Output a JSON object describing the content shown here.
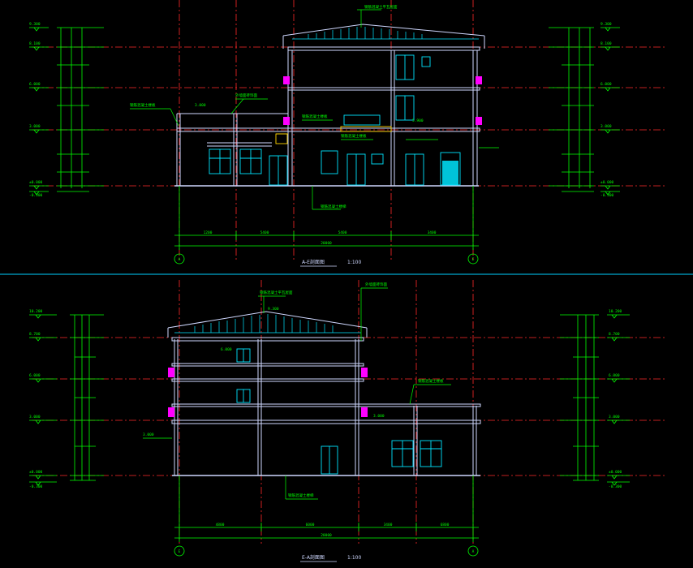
{
  "colors": {
    "background": "#000000",
    "axis": "#ff2a2a",
    "dim": "#00ff00",
    "wall": "#cfd8ff",
    "cyan": "#00e5ff",
    "magenta": "#ff00ff",
    "yellow": "#ffd400",
    "separator": "#00d0ff"
  },
  "section_1": {
    "title": "A-E剖面图",
    "scale": "1:100",
    "axis_left": "A",
    "axis_right": "E",
    "levels_left": [
      "9.300",
      "8.100",
      "6.000",
      "3.000",
      "±0.000",
      "-0.300"
    ],
    "levels_right": [
      "9.300",
      "8.100",
      "6.000",
      "3.000",
      "±0.000",
      "-0.300"
    ],
    "dims_bottom": [
      "1200",
      "5400",
      "5400",
      "3400"
    ],
    "dim_total": "20000",
    "callouts": [
      "钢筋混凝土平瓦屋面",
      "外墙面砖饰面",
      "钢筋混凝土楼板",
      "钢筋混凝土楼板",
      "钢筋混凝土楼板",
      "钢筋混凝土楼梯",
      "3.000",
      "5.900"
    ]
  },
  "section_2": {
    "title": "E-A剖面图",
    "scale": "1:100",
    "axis_left": "E",
    "axis_right": "A",
    "levels_left": [
      "10.200",
      "8.700",
      "6.000",
      "3.000",
      "±0.000",
      "-0.300"
    ],
    "levels_right": [
      "10.200",
      "8.700",
      "6.000",
      "3.000",
      "±0.000",
      "-0.300"
    ],
    "dims_bottom": [
      "4800",
      "6000",
      "3400",
      "6800"
    ],
    "dim_total": "20000",
    "callouts": [
      "钢筋混凝土平瓦屋面",
      "外墙面砖饰面",
      "钢筋混凝土楼板",
      "钢筋混凝土楼梯",
      "3.000",
      "6.000",
      "9.300",
      "3.000"
    ]
  }
}
